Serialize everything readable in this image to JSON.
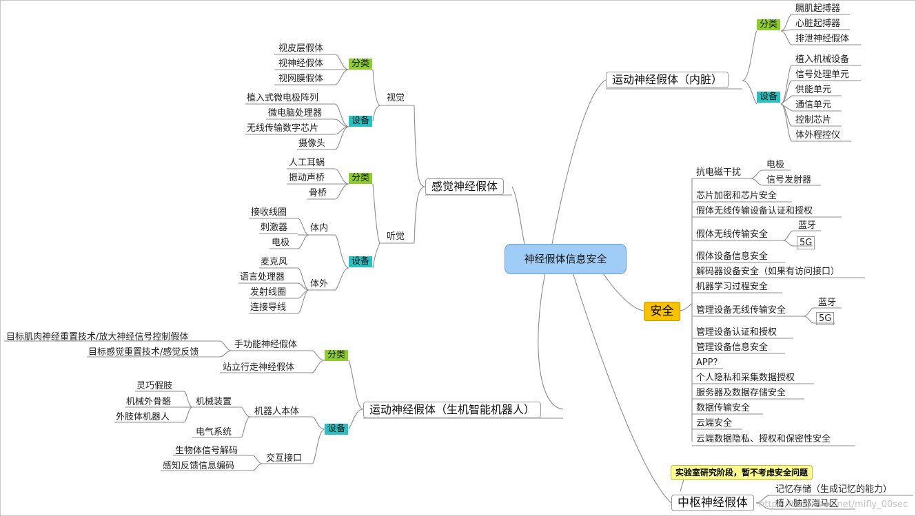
{
  "root": "神经假体信息安全",
  "sensory": {
    "title": "感觉神经假体",
    "vision": {
      "label": "视觉",
      "classification_tag": "分类",
      "classification": [
        "视皮层假体",
        "视神经假体",
        "视网膜假体"
      ],
      "equipment_tag": "设备",
      "equipment": [
        "植入式微电极阵列",
        "微电脑处理器",
        "无线传输数字芯片",
        "摄像头"
      ]
    },
    "hearing": {
      "label": "听觉",
      "classification_tag": "分类",
      "classification": [
        "人工耳蜗",
        "振动声桥",
        "骨桥"
      ],
      "equipment_tag": "设备",
      "internal_label": "体内",
      "internal": [
        "接收线圈",
        "刺激器",
        "电极"
      ],
      "external_label": "体外",
      "external": [
        "麦克风",
        "语言处理器",
        "发射线圈",
        "连接导线"
      ]
    }
  },
  "motor_robot": {
    "title": "运动神经假体（生机智能机器人）",
    "classification_tag": "分类",
    "hand_label": "手功能神经假体",
    "hand": [
      "目标肌肉神经重置技术/放大神经信号控制假体",
      "目标感觉重置技术/感觉反馈"
    ],
    "walk_label": "站立行走神经假体",
    "equipment_tag": "设备",
    "robot_label": "机器人本体",
    "mech_label": "机械装置",
    "mech": [
      "灵巧假肢",
      "机械外骨骼",
      "外肢体机器人"
    ],
    "electric_label": "电气系统",
    "interface_label": "交互接口",
    "interface": [
      "生物体信号解码",
      "感知反馈信息编码"
    ]
  },
  "motor_visceral": {
    "title": "运动神经假体（内脏）",
    "classification_tag": "分类",
    "classification": [
      "膈肌起搏器",
      "心脏起搏器",
      "排泄神经假体"
    ],
    "equipment_tag": "设备",
    "equipment": [
      "植入机械设备",
      "信号处理单元",
      "供能单元",
      "通信单元",
      "控制芯片",
      "体外程控仪"
    ]
  },
  "security": {
    "title": "安全",
    "emi_label": "抗电磁干扰",
    "emi": [
      "电极",
      "信号发射器"
    ],
    "chip": "芯片加密和芯片安全",
    "auth": "假体无线传输设备认证和授权",
    "wireless_label": "假体无线传输安全",
    "wireless": [
      "蓝牙",
      "5G"
    ],
    "device_info": "假体设备信息安全",
    "decoder": "解码器设备安全（如果有访问接口）",
    "ml": "机器学习过程安全",
    "mgmt_wireless_label": "管理设备无线传输安全",
    "mgmt_wireless": [
      "蓝牙",
      "5G"
    ],
    "mgmt_auth": "管理设备认证和授权",
    "mgmt_info": "管理设备信息安全",
    "app": "APP？",
    "privacy": "个人隐私和采集数据授权",
    "server": "服务器及数据存储安全",
    "transfer": "数据传输安全",
    "cloud": "云端安全",
    "cloud_privacy": "云端数据隐私、授权和保密性安全"
  },
  "central": {
    "title": "中枢神经假体",
    "note": "实验室研究阶段，暂不考虑安全问题",
    "items": [
      "记忆存储（生成记忆的能力）",
      "植入脑部海马区"
    ]
  },
  "watermark": "https://blog.csdn.net/mifly_00sec",
  "colors": {
    "root": "#9fcdf7",
    "classification_tag": "#8ccc2c",
    "equipment_tag": "#26c2c2",
    "security": "#f8c100",
    "note": "#ffff8c"
  }
}
